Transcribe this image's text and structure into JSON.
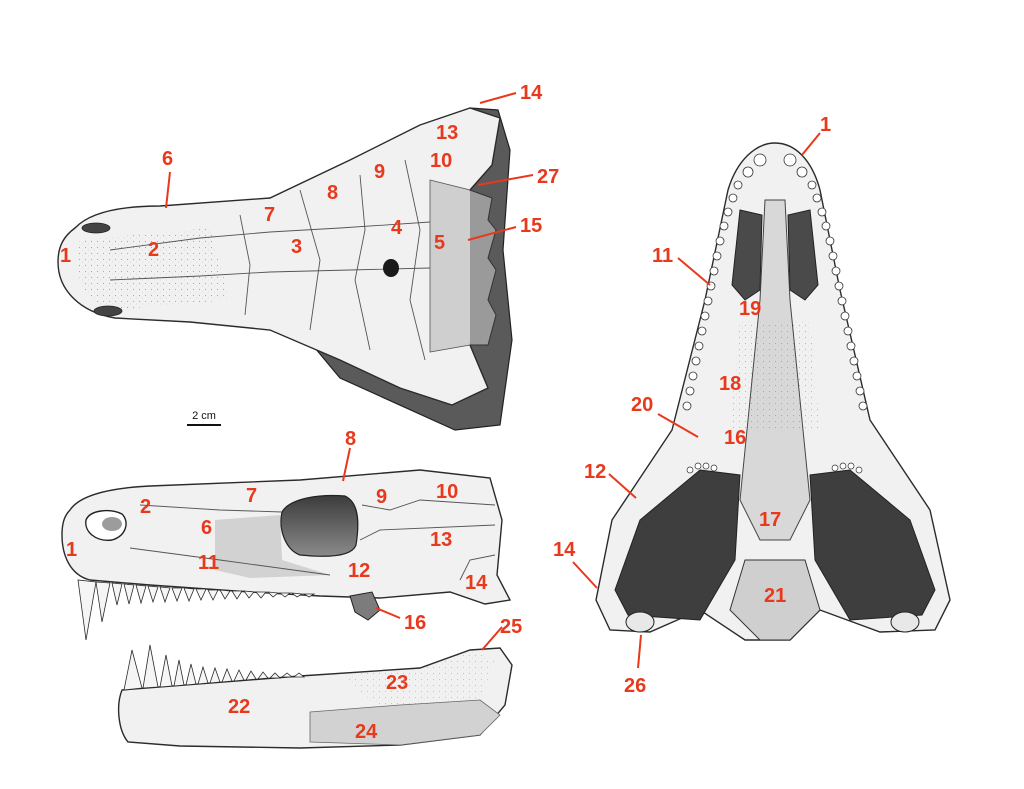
{
  "colors": {
    "label": "#e8391c",
    "bone_fill": "#f1f1f1",
    "bone_stroke": "#2b2b2b",
    "shade_mid": "#8e8e8e",
    "shade_dark": "#3a3a3a",
    "background": "#ffffff"
  },
  "scale_bar": {
    "label": "2 cm"
  },
  "views": {
    "dorsal": {
      "labels": [
        "1",
        "2",
        "3",
        "4",
        "5",
        "6",
        "7",
        "8",
        "9",
        "10",
        "13",
        "14",
        "15",
        "27"
      ]
    },
    "lateral": {
      "labels": [
        "1",
        "2",
        "6",
        "7",
        "8",
        "9",
        "10",
        "11",
        "12",
        "13",
        "14",
        "16"
      ]
    },
    "mandible": {
      "labels": [
        "22",
        "23",
        "24",
        "25"
      ]
    },
    "palatal": {
      "labels": [
        "1",
        "11",
        "12",
        "14",
        "16",
        "17",
        "18",
        "19",
        "20",
        "21",
        "26"
      ]
    }
  }
}
